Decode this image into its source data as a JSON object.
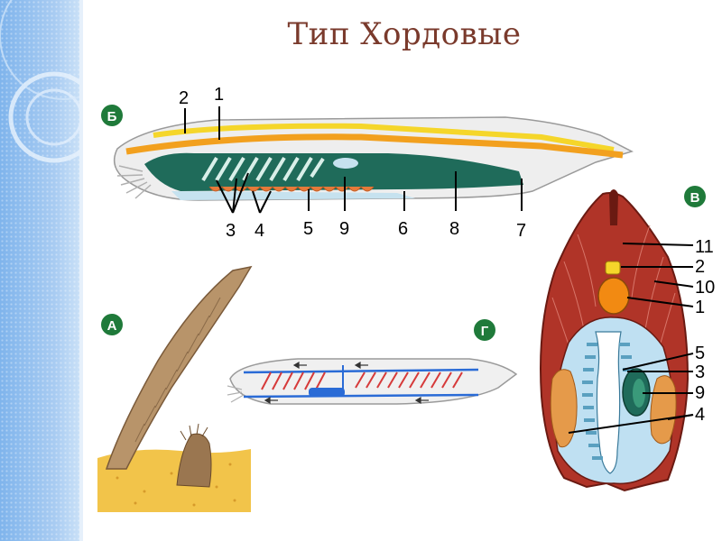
{
  "title": "Тип Хордовые",
  "panels": {
    "b": {
      "badge": "Б",
      "labels": [
        "2",
        "1",
        "3",
        "4",
        "5",
        "9",
        "6",
        "8",
        "7"
      ]
    },
    "a": {
      "badge": "А"
    },
    "g": {
      "badge": "Г"
    },
    "v": {
      "badge": "В",
      "labels": [
        "11",
        "2",
        "10",
        "1",
        "5",
        "3",
        "9",
        "4"
      ]
    }
  },
  "colors": {
    "badge": "#1f7a3a",
    "notochord": "#f2a01e",
    "neural_tube": "#f5d62a",
    "gut": "#1f6b5a",
    "muscle": "#c8453c",
    "sidebar": "#8dbdf0",
    "title": "#7a3a2c"
  }
}
